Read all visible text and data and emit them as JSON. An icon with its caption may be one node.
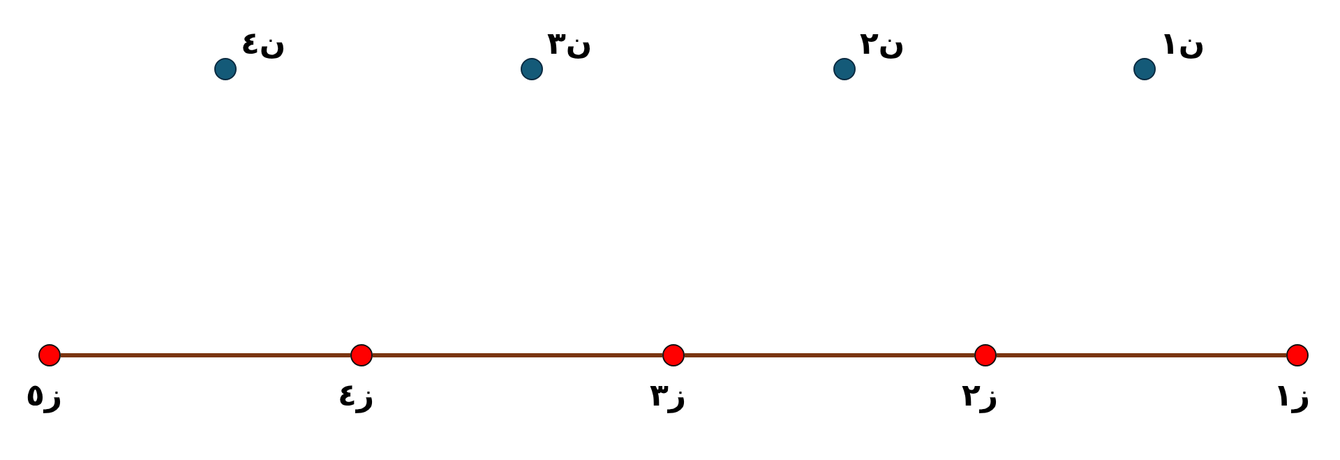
{
  "diagram": {
    "nodes": [
      {
        "text": [],
        "shape": "circle",
        "beside": [
          "ن١"
        ]
      },
      {
        "text": [],
        "shape": "circle",
        "beside": [
          "ن٢"
        ]
      },
      {
        "text": [],
        "shape": "circle",
        "beside": [
          "ن٣"
        ]
      },
      {
        "text": [],
        "shape": "circle",
        "beside": [
          "ن٤"
        ]
      },
      {
        "text": [],
        "shape": "circle",
        "beside": [
          "ز١"
        ]
      },
      {
        "text": [],
        "shape": "circle",
        "beside": [
          "ز٢"
        ]
      },
      {
        "text": [],
        "shape": "circle",
        "beside": [
          "ز٣"
        ]
      },
      {
        "text": [],
        "shape": "circle",
        "beside": [
          "ز٤"
        ]
      },
      {
        "text": [],
        "shape": "circle",
        "beside": [
          "ز٥"
        ]
      }
    ],
    "edges": [
      {
        "from": 4,
        "to": 5,
        "arrow": "none",
        "color": "#7a3510"
      },
      {
        "from": 5,
        "to": 6,
        "arrow": "none",
        "color": "#7a3510"
      },
      {
        "from": 6,
        "to": 7,
        "arrow": "none",
        "color": "#7a3510"
      },
      {
        "from": 7,
        "to": 8,
        "arrow": "none",
        "color": "#7a3510"
      }
    ]
  }
}
